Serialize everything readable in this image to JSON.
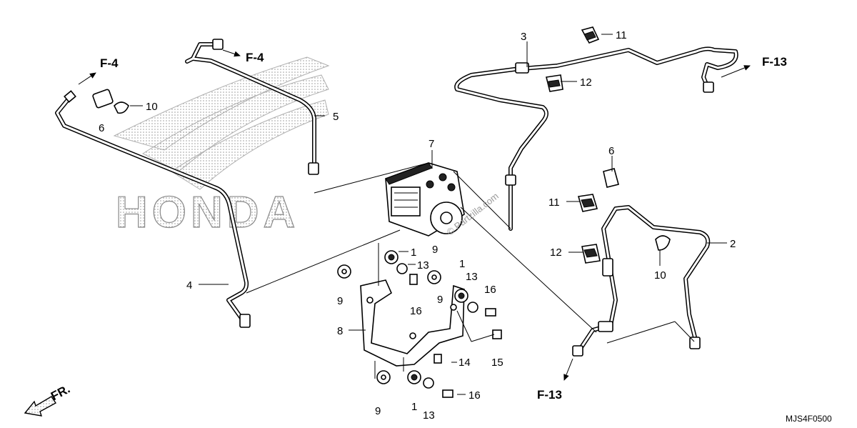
{
  "diagram": {
    "part_numbers": [
      "1",
      "1",
      "1",
      "2",
      "3",
      "4",
      "5",
      "6",
      "6",
      "7",
      "8",
      "9",
      "9",
      "9",
      "9",
      "10",
      "10",
      "11",
      "11",
      "12",
      "12",
      "13",
      "13",
      "13",
      "14",
      "15",
      "16",
      "16",
      "16"
    ],
    "references": [
      "F-4",
      "F-4",
      "F-13",
      "F-13"
    ],
    "direction_label": "FR.",
    "diagram_code": "MJS4F0500",
    "watermark": "© Partzilla.com",
    "logo_text": "HONDA"
  }
}
